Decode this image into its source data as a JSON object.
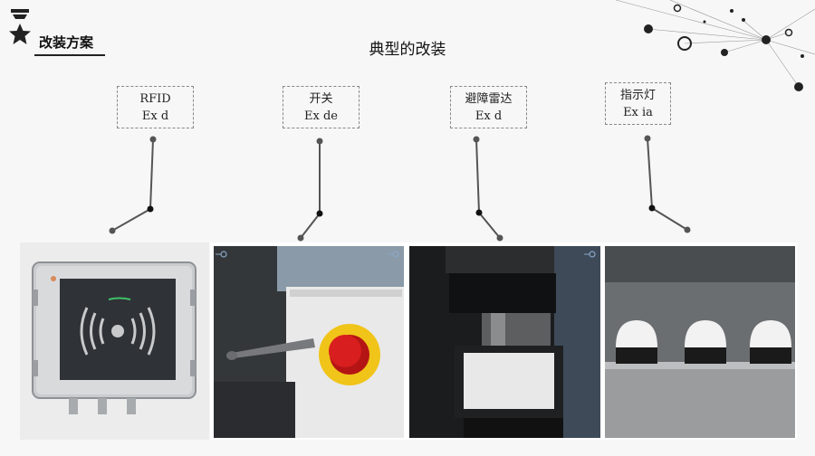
{
  "header": {
    "section_title": "改装方案",
    "slide_title": "典型的改装"
  },
  "icons": [
    "star-icon",
    "pendant-lamp-icon",
    "pushpin-icon"
  ],
  "colors": {
    "accent_dark": "#222222",
    "connector_gray": "#555555",
    "photo_frame": "#ffffff",
    "estop_red": "#d81e1e",
    "estop_yellow": "#f0c419",
    "reader_panel": "#2f3236",
    "light_cap": "#f2f2f2"
  },
  "modules": [
    {
      "id": "rfid",
      "name": "RFID",
      "rating": "Ex d"
    },
    {
      "id": "switch",
      "name": "开关",
      "rating": "Ex de"
    },
    {
      "id": "radar",
      "name": "避障雷达",
      "rating": "Ex d"
    },
    {
      "id": "indicator",
      "name": "指示灯",
      "rating": "Ex ia"
    }
  ]
}
